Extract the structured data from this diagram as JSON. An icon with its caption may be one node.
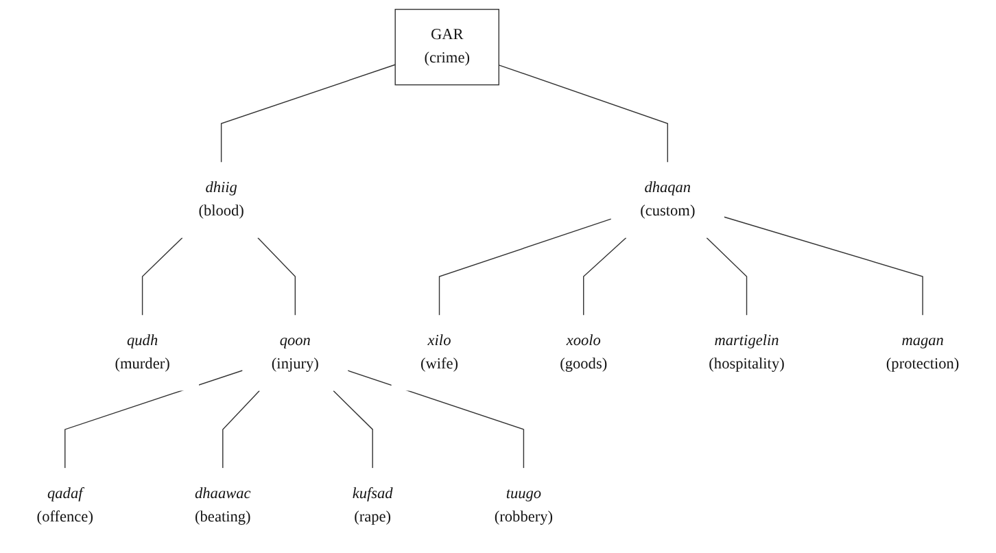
{
  "diagram": {
    "nodes": [
      {
        "text": [
          "GAR",
          "(crime)"
        ]
      },
      {
        "text": [
          "dhiig",
          "(blood)"
        ]
      },
      {
        "text": [
          "dhaqan",
          "(custom)"
        ]
      },
      {
        "text": [
          "qudh",
          "(murder)"
        ]
      },
      {
        "text": [
          "qoon",
          "(injury)"
        ]
      },
      {
        "text": [
          "xilo",
          "(wife)"
        ]
      },
      {
        "text": [
          "xoolo",
          "(goods)"
        ]
      },
      {
        "text": [
          "martigelin",
          "(hospitality)"
        ]
      },
      {
        "text": [
          "magan",
          "(protection)"
        ]
      },
      {
        "text": [
          "qadaf",
          "(offence)"
        ]
      },
      {
        "text": [
          "dhaawac",
          "(beating)"
        ]
      },
      {
        "text": [
          "kufsad",
          "(rape)"
        ]
      },
      {
        "text": [
          "tuugo",
          "(robbery)"
        ]
      }
    ],
    "edges": [
      {
        "from": 0,
        "to": 1,
        "arrow": "none"
      },
      {
        "from": 0,
        "to": 2,
        "arrow": "none"
      },
      {
        "from": 1,
        "to": 3,
        "arrow": "none"
      },
      {
        "from": 1,
        "to": 4,
        "arrow": "none"
      },
      {
        "from": 2,
        "to": 5,
        "arrow": "none"
      },
      {
        "from": 2,
        "to": 6,
        "arrow": "none"
      },
      {
        "from": 2,
        "to": 7,
        "arrow": "none"
      },
      {
        "from": 2,
        "to": 8,
        "arrow": "none"
      },
      {
        "from": 4,
        "to": 9,
        "arrow": "none"
      },
      {
        "from": 4,
        "to": 10,
        "arrow": "none"
      },
      {
        "from": 4,
        "to": 11,
        "arrow": "none"
      },
      {
        "from": 4,
        "to": 12,
        "arrow": "none"
      }
    ]
  }
}
